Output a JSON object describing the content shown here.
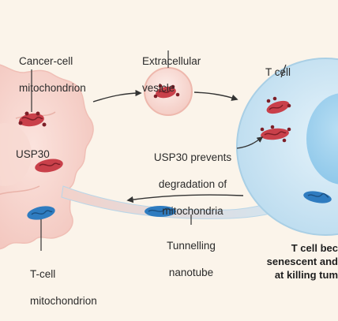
{
  "labels": {
    "cancer_mito": [
      "Cancer-cell",
      "mitochondrion"
    ],
    "usp30": "USP30",
    "vesicle": [
      "Extracellular",
      "vesicle"
    ],
    "t_cell": "T cell",
    "usp30_prevents": [
      "USP30 prevents",
      "degradation of",
      "mitochondria"
    ],
    "tunnelling": [
      "Tunnelling",
      "nanotube"
    ],
    "t_cell_mito": [
      "T-cell",
      "mitochondrion"
    ],
    "outcome": [
      "T cell bec",
      "senescent and",
      "at killing tum"
    ]
  },
  "colors": {
    "background": "#fbf4ea",
    "cancer_cell": "#f6d3cc",
    "t_cell": "#cfe6f3",
    "mitochondrion_red": "#c9404a",
    "mitochondrion_blue": "#2f7cc0"
  }
}
